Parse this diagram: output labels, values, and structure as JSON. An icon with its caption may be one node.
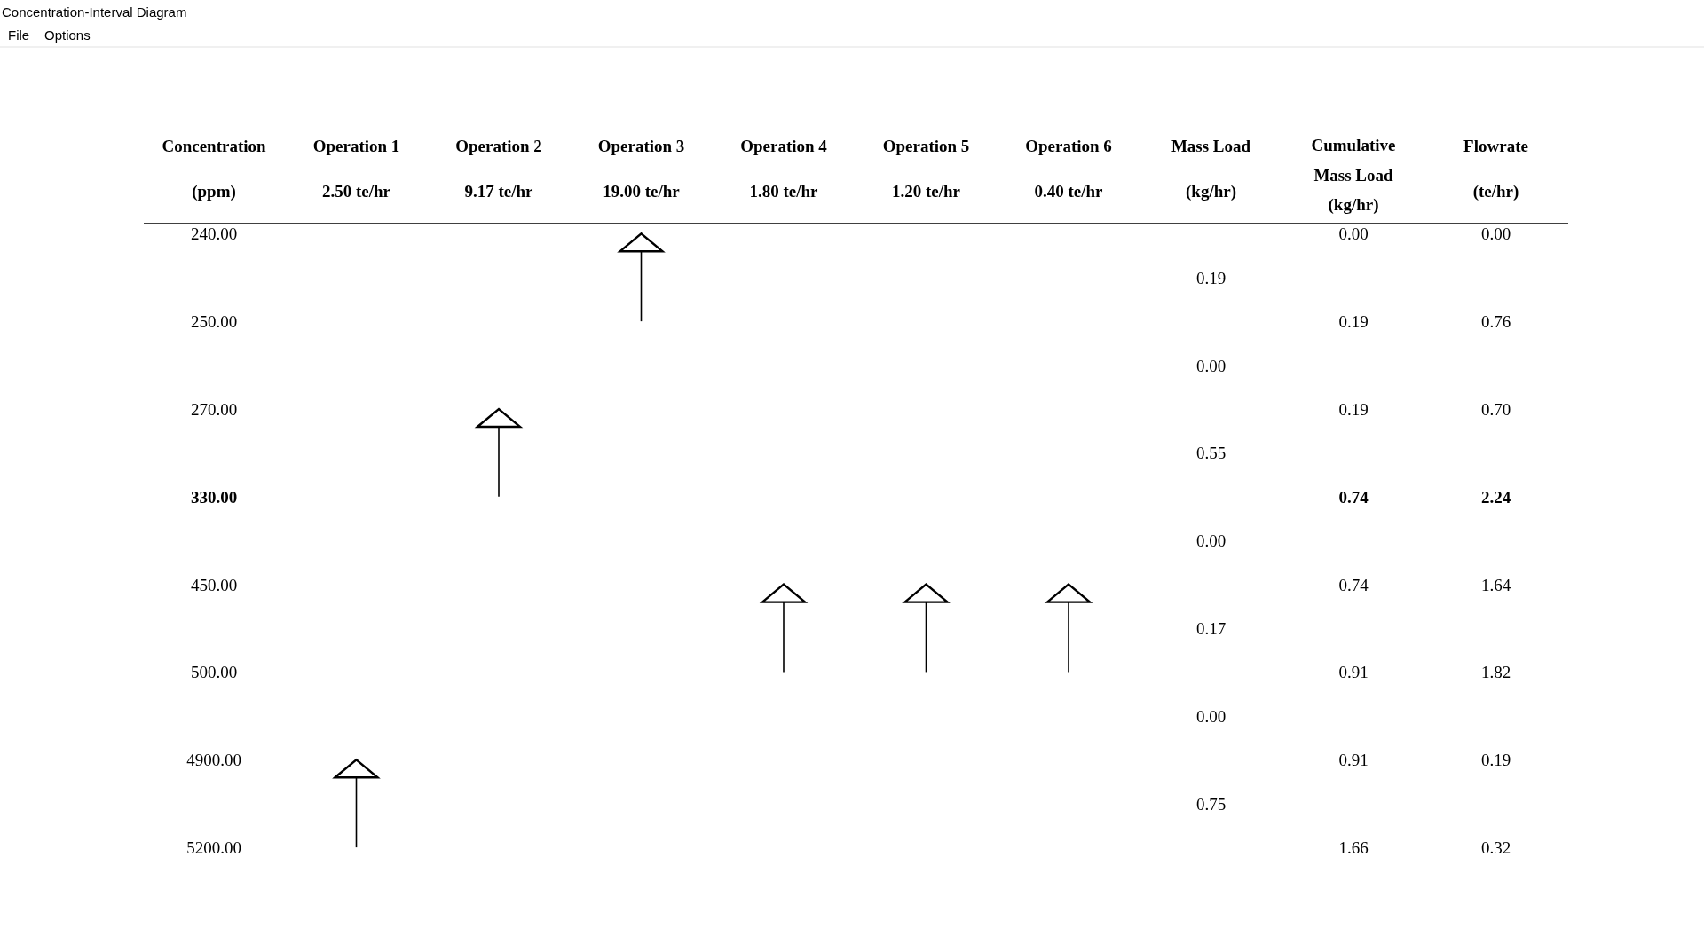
{
  "diagram": {
    "title": "Concentration-Interval Diagram",
    "labels": [
      "File",
      "Options",
      "Concentration",
      "Operation 1",
      "Operation 2",
      "Operation 3",
      "Operation 4",
      "Operation 5",
      "Operation 6",
      "Mass Load",
      "Cumulative Mass Load (kg/hr)",
      "Flowrate",
      "(ppm)",
      "2.50 te/hr",
      "9.17 te/hr",
      "19.00 te/hr",
      "1.80 te/hr",
      "1.20 te/hr",
      "0.40 te/hr",
      "(kg/hr)",
      "(te/hr)",
      "240.00",
      "0.00",
      "0.00",
      "0.19",
      "250.00",
      "0.19",
      "0.76",
      "0.00",
      "270.00",
      "0.19",
      "0.70",
      "0.55",
      "330.00",
      "0.74",
      "2.24",
      "0.00",
      "450.00",
      "0.74",
      "1.64",
      "0.17",
      "500.00",
      "0.91",
      "1.82",
      "0.00",
      "4900.00",
      "0.91",
      "0.19",
      "0.75",
      "5200.00",
      "1.66",
      "0.32"
    ]
  }
}
